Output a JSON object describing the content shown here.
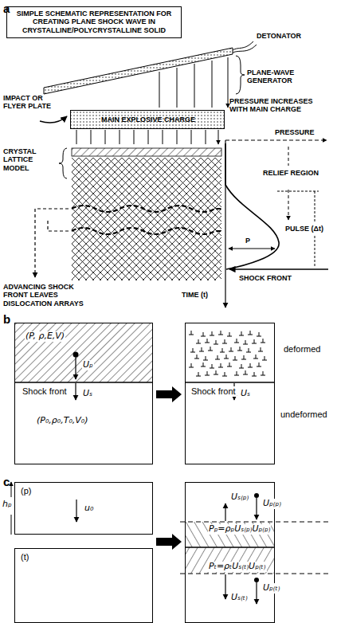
{
  "diagram": {
    "nodes": [
      {
        "text": [
          "SIMPLE SCHEMATIC REPRESENTATION FOR CREATING PLANE SHOCK WAVE IN CRYSTALLINE/POLYCRYSTALLINE SOLID"
        ]
      },
      {
        "text": [
          "MAIN EXPLOSIVE CHARGE"
        ]
      },
      {
        "text": [
          "(P, ρ,E,V)",
          "Uₚ",
          "Shock front",
          "Uₛ",
          "(P₀,ρ₀,T₀,V₀)"
        ]
      },
      {
        "text": [
          "deformed",
          "Shock front",
          "Uₛ",
          "undeformed"
        ]
      },
      {
        "text": [
          "(p)",
          "u₀"
        ]
      },
      {
        "text": [
          "(t)"
        ]
      },
      {
        "text": [
          "Uₛ₍ₚ₎",
          "Uₚ₍ₚ₎",
          "Pₚ=ρₚUₛ₍ₚ₎Uₚ₍ₚ₎",
          "Pₜ=ρₜUₛ₍ₜ₎Uₚ₍ₜ₎",
          "Uₛ₍ₜ₎",
          "Uₚ₍ₜ₎"
        ]
      }
    ],
    "edges": [
      {
        "from": 2,
        "to": 3,
        "arrow": "to"
      },
      {
        "from": 5,
        "to": 6,
        "arrow": "to"
      }
    ],
    "labels": [
      "a",
      "DETONATOR",
      "PLANE-WAVE GENERATOR",
      "IMPACT OR FLYER PLATE",
      "PRESSURE INCREASES WITH MAIN CHARGE",
      "PRESSURE",
      "CRYSTAL LATTICE MODEL",
      "RELIEF REGION",
      "PULSE (Δt)",
      "P",
      "SHOCK FRONT",
      "ADVANCING SHOCK FRONT LEAVES DISLOCATION ARRAYS",
      "TIME (t)",
      "b",
      "c",
      "hₚ"
    ]
  }
}
